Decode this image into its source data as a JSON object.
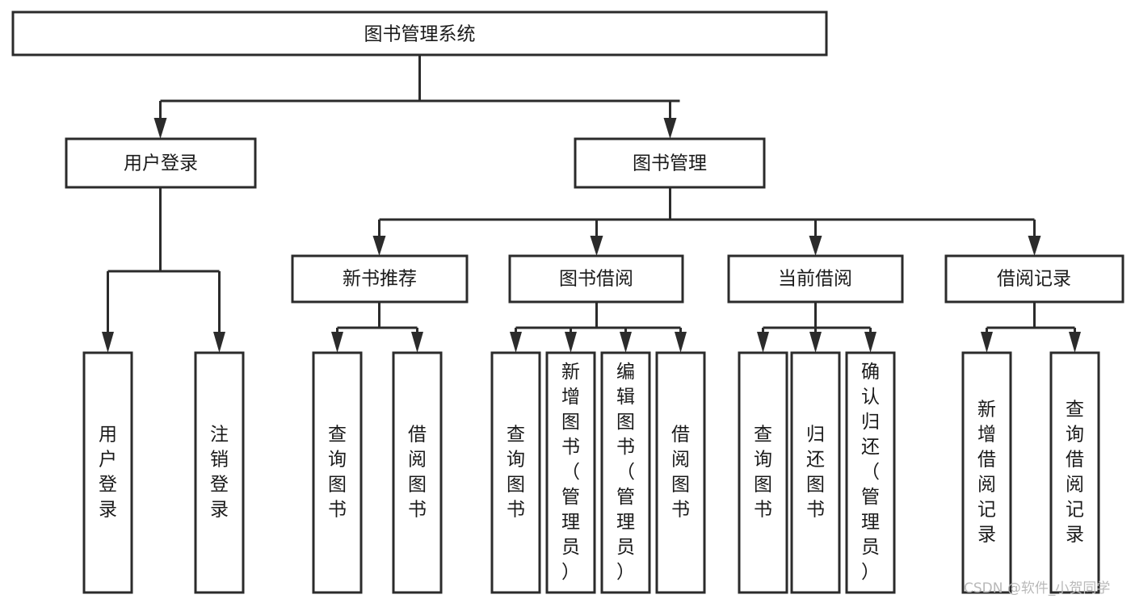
{
  "diagram": {
    "type": "tree",
    "title": "图书管理系统",
    "watermark": "CSDN @软件_小贺同学",
    "colors": {
      "stroke": "#2b2b2b",
      "fill": "#ffffff",
      "text": "#1a1a1a",
      "watermark": "#b9b9b9",
      "background": "#ffffff"
    },
    "levels": {
      "root": {
        "label": "图书管理系统",
        "orientation": "horizontal"
      },
      "level2": [
        {
          "label": "用户登录",
          "orientation": "horizontal"
        },
        {
          "label": "图书管理",
          "orientation": "horizontal"
        }
      ],
      "level3": [
        {
          "label": "新书推荐",
          "orientation": "horizontal"
        },
        {
          "label": "图书借阅",
          "orientation": "horizontal"
        },
        {
          "label": "当前借阅",
          "orientation": "horizontal"
        },
        {
          "label": "借阅记录",
          "orientation": "horizontal"
        }
      ],
      "leaves": [
        {
          "label": "用户登录",
          "parent": "用户登录",
          "orientation": "vertical"
        },
        {
          "label": "注销登录",
          "parent": "用户登录",
          "orientation": "vertical"
        },
        {
          "label": "查询图书",
          "parent": "新书推荐",
          "orientation": "vertical"
        },
        {
          "label": "借阅图书",
          "parent": "新书推荐",
          "orientation": "vertical"
        },
        {
          "label": "查询图书",
          "parent": "图书借阅",
          "orientation": "vertical"
        },
        {
          "label": "新增图书（管理员）",
          "parent": "图书借阅",
          "orientation": "vertical"
        },
        {
          "label": "编辑图书（管理员）",
          "parent": "图书借阅",
          "orientation": "vertical"
        },
        {
          "label": "借阅图书",
          "parent": "图书借阅",
          "orientation": "vertical"
        },
        {
          "label": "查询图书",
          "parent": "当前借阅",
          "orientation": "vertical"
        },
        {
          "label": "归还图书",
          "parent": "当前借阅",
          "orientation": "vertical"
        },
        {
          "label": "确认归还（管理员）",
          "parent": "当前借阅",
          "orientation": "vertical"
        },
        {
          "label": "新增借阅记录",
          "parent": "借阅记录",
          "orientation": "vertical"
        },
        {
          "label": "查询借阅记录",
          "parent": "借阅记录",
          "orientation": "vertical"
        }
      ]
    }
  },
  "nodes": {
    "root": {
      "label": "图书管理系统"
    },
    "user_login": {
      "label": "用户登录"
    },
    "book_manage": {
      "label": "图书管理"
    },
    "new_book_rec": {
      "label": "新书推荐"
    },
    "book_borrow": {
      "label": "图书借阅"
    },
    "current_borrow": {
      "label": "当前借阅"
    },
    "borrow_record": {
      "label": "借阅记录"
    },
    "leaf_user_login": {
      "label": "用户登录"
    },
    "leaf_logout": {
      "label": "注销登录"
    },
    "leaf_query_book_1": {
      "label": "查询图书"
    },
    "leaf_borrow_book_1": {
      "label": "借阅图书"
    },
    "leaf_query_book_2": {
      "label": "查询图书"
    },
    "leaf_add_book": {
      "label": "新增图书（管理员）"
    },
    "leaf_edit_book": {
      "label": "编辑图书（管理员）"
    },
    "leaf_borrow_book_2": {
      "label": "借阅图书"
    },
    "leaf_query_book_3": {
      "label": "查询图书"
    },
    "leaf_return_book": {
      "label": "归还图书"
    },
    "leaf_confirm_return": {
      "label": "确认归还（管理员）"
    },
    "leaf_add_record": {
      "label": "新增借阅记录"
    },
    "leaf_query_record": {
      "label": "查询借阅记录"
    }
  },
  "watermark": {
    "text": "CSDN @软件_小贺同学"
  }
}
